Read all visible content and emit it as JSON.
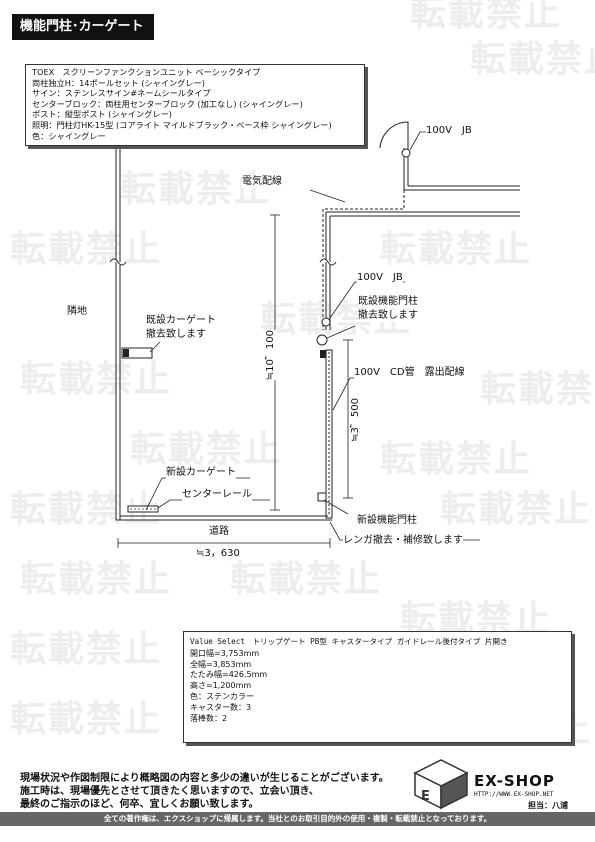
{
  "title": "機能門柱･カーゲート",
  "spec_box": {
    "lines": [
      "TOEX　スクリーンファンクションユニット ベーシックタイプ",
      "両柱独立H：14ポールセット (シャイングレー)",
      "サイン：ステンレスサイン#ネームシールタイプ",
      "センターブロック：両柱用センターブロック (加工なし) (シャイングレー)",
      "ポスト：縦型ポスト (シャイングレー)",
      "照明：門柱灯HK-15型 (コアライト マイルドブラック・ベース枠 シャイングレー)",
      "色：シャイングレー"
    ]
  },
  "gate_box": {
    "title": "Value Select　トリップゲート PB型 キャスタータイプ ガイドレール後付タイプ 片開き",
    "lines": [
      "開口幅=3,753mm",
      "全幅=3,853mm",
      "たたみ幅=426.5mm",
      "高さ=1,200mm",
      "色：ステンカラー",
      "キャスター数：3",
      "落棒数：2"
    ]
  },
  "labels": {
    "jb_top": "100V　JB",
    "denki": "電気配線",
    "jb_mid": "100V　JB",
    "existing_pillar": [
      "既設機能門柱",
      "撤去致します"
    ],
    "neighbor": "隣地",
    "existing_gate": [
      "既設カーゲート",
      "撤去致します"
    ],
    "cd_pipe": "100V　CD管　露出配線",
    "new_gate": "新設カーゲート",
    "center_rail": "センターレール",
    "road": "道路",
    "new_pillar": "新設機能門柱",
    "brick": "レンガ撤去・補修致します"
  },
  "dimensions": {
    "width": "≒3，630",
    "height": "≒10，100",
    "pillar_height": "≒3，500"
  },
  "watermark": "転載禁止",
  "footer": {
    "notice": [
      "現場状況や作図制限により概略図の内容と多少の違いが生じることがございます。",
      "施工時は、現場優先とさせて頂きたく思いますので、立会い頂き、",
      "最終のご指示のほど、何卒、宜しくお願い致します。"
    ],
    "copyright": "全ての著作権は、エクスショップに帰属します。当社とのお取引目的外の使用・複製・転載禁止となっております。",
    "logo": "EX-SHOP",
    "url": "HTTP://WWW.EX-SHOP.NET",
    "person": "担当：八浦"
  }
}
